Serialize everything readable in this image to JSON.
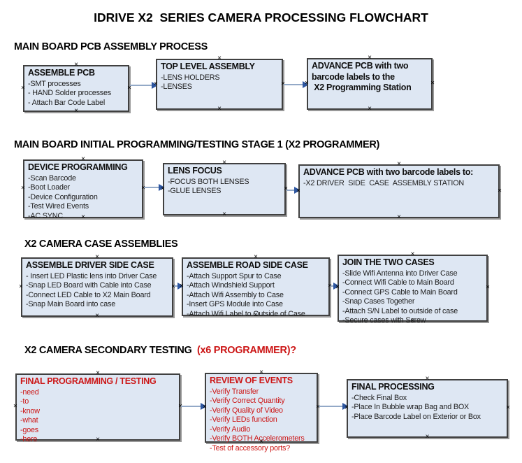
{
  "title": "IDRIVE X2  SERIES CAMERA PROCESSING FLOWCHART",
  "colors": {
    "box_fill": "#dee7f3",
    "box_border": "#404040",
    "box_shadow": "#999999",
    "arrow_line": "#93a9c7",
    "arrow_head": "#2d56a0",
    "red_text": "#cc1616",
    "black_text": "#000000"
  },
  "sections": [
    {
      "heading": "MAIN BOARD PCB ASSEMBLY PROCESS",
      "heading_suffix": "",
      "boxes": [
        {
          "title": "ASSEMBLE PCB",
          "items": [
            "-SMT processes",
            "- HAND Solder processes",
            "- Attach Bar Code Label"
          ]
        },
        {
          "title": "TOP LEVEL ASSEMBLY",
          "items": [
            "-LENS HOLDERS",
            "-LENSES"
          ]
        },
        {
          "title": "ADVANCE PCB with two\nbarcode labels to the\n X2 Programming Station",
          "items": []
        }
      ]
    },
    {
      "heading": "MAIN BOARD INITIAL PROGRAMMING/TESTING STAGE 1 (X2 PROGRAMMER)",
      "heading_suffix": "",
      "boxes": [
        {
          "title": "DEVICE PROGRAMMING",
          "items": [
            "-Scan Barcode",
            "-Boot Loader",
            "-Device Configuration",
            "-Test Wired Events",
            "-AC SYNC"
          ]
        },
        {
          "title": "LENS FOCUS",
          "items": [
            "-FOCUS BOTH LENSES",
            "-GLUE LENSES"
          ]
        },
        {
          "title": "ADVANCE PCB with two barcode labels to:",
          "items": [
            "-X2 DRIVER  SIDE  CASE  ASSEMBLY STATION"
          ]
        }
      ]
    },
    {
      "heading": "X2 CAMERA CASE ASSEMBLIES",
      "heading_suffix": "",
      "boxes": [
        {
          "title": "ASSEMBLE DRIVER SIDE CASE",
          "items": [
            "- Insert LED Plastic lens into Driver Case",
            "-Snap LED Board with Cable into Case",
            "-Connect LED Cable to X2 Main Board",
            "-Snap Main Board into case"
          ]
        },
        {
          "title": "ASSEMBLE ROAD SIDE CASE",
          "items": [
            "-Attach Support Spur to Case",
            "-Attach Windshield Support",
            "-Attach Wifi Assembly to Case",
            "-Insert GPS Module into Case",
            "-Attach Wifi Label to Outside of Case"
          ]
        },
        {
          "title": "JOIN THE TWO CASES",
          "items": [
            "-Slide Wifi Antenna into Driver Case",
            "-Connect Wifi Cable to Main Board",
            "-Connect GPS Cable to Main Board",
            "-Snap Cases Together",
            "-Attach S/N Label to outside of case",
            "-Secure cases with Screw"
          ]
        }
      ]
    },
    {
      "heading": "X2 CAMERA SECONDARY TESTING  ",
      "heading_suffix": "(x6 PROGRAMMER)?",
      "boxes": [
        {
          "title": "FINAL PROGRAMMING / TESTING",
          "items": [
            "-need",
            "-to",
            "-know",
            "-what",
            "-goes",
            "-here"
          ]
        },
        {
          "title": "REVIEW OF EVENTS",
          "items": [
            "-Verify Transfer",
            "-Verify Correct Quantity",
            "-Verify Quality of Video",
            "-Verify LEDs function",
            "-Verify Audio",
            "-Verify BOTH Accelerometers",
            "-Test of accessory ports?"
          ]
        },
        {
          "title": "FINAL PROCESSING",
          "items": [
            "-Check Final Box",
            "-Place In Bubble wrap Bag and BOX",
            "-Place Barcode Label on Exterior or Box"
          ]
        }
      ]
    }
  ]
}
